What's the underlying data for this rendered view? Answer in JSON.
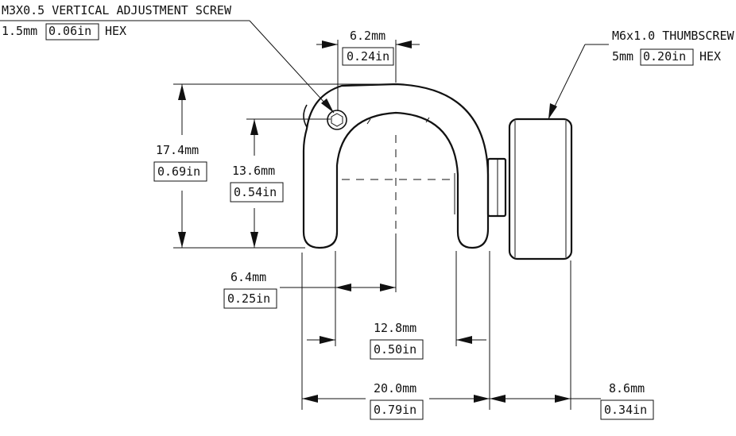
{
  "callouts": {
    "vertical_screw": {
      "line1": "M3X0.5 VERTICAL ADJUSTMENT SCREW",
      "line2_prefix": "1.5mm",
      "line2_imperial": "0.06in",
      "line2_suffix": "HEX"
    },
    "thumbscrew": {
      "line1": "M6x1.0 THUMBSCREW",
      "line2_prefix": "5mm",
      "line2_imperial": "0.20in",
      "line2_suffix": "HEX"
    }
  },
  "dimensions": {
    "top_width": {
      "mm": "6.2mm",
      "inch": "0.24in"
    },
    "total_height": {
      "mm": "17.4mm",
      "inch": "0.69in"
    },
    "inner_height": {
      "mm": "13.6mm",
      "inch": "0.54in"
    },
    "half_gap": {
      "mm": "6.4mm",
      "inch": "0.25in"
    },
    "gap_width": {
      "mm": "12.8mm",
      "inch": "0.50in"
    },
    "overall_width": {
      "mm": "20.0mm",
      "inch": "0.79in"
    },
    "thumbscrew": {
      "mm": "8.6mm",
      "inch": "0.34in"
    }
  }
}
